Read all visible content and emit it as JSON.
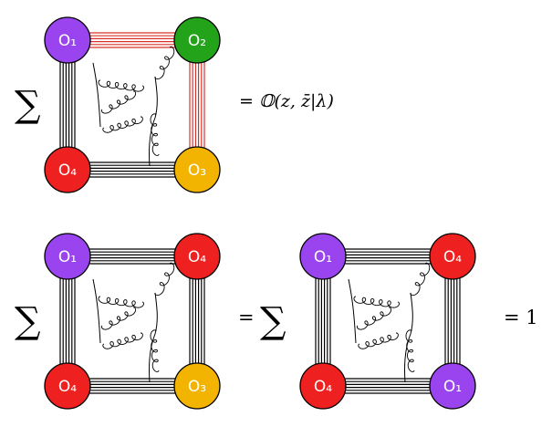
{
  "colors": {
    "purple": "#9a44f0",
    "green": "#22a31a",
    "red": "#ee2020",
    "yellow": "#f2b400",
    "line_black": "#000000",
    "line_red": "#d8332b"
  },
  "symbols": {
    "sum": "∑",
    "equals": "="
  },
  "diagrams": [
    {
      "nodes": {
        "tl": "O1",
        "tr": "O2",
        "bl": "O4",
        "br": "O3"
      },
      "node_colors": {
        "tl": "purple",
        "tr": "green",
        "bl": "red",
        "br": "yellow"
      },
      "edge_colors": {
        "top": "line_red",
        "right": "line_red",
        "bottom": "line_black",
        "left": "line_black"
      }
    },
    {
      "nodes": {
        "tl": "O1",
        "tr": "O4",
        "bl": "O4",
        "br": "O3"
      },
      "node_colors": {
        "tl": "purple",
        "tr": "red",
        "bl": "red",
        "br": "yellow"
      },
      "edge_colors": {
        "top": "line_black",
        "right": "line_black",
        "bottom": "line_black",
        "left": "line_black"
      }
    },
    {
      "nodes": {
        "tl": "O1",
        "tr": "O4",
        "bl": "O4",
        "br": "O1"
      },
      "node_colors": {
        "tl": "purple",
        "tr": "red",
        "bl": "red",
        "br": "purple"
      },
      "edge_colors": {
        "top": "line_black",
        "right": "line_black",
        "bottom": "line_black",
        "left": "line_black"
      }
    }
  ],
  "equations": {
    "row1_rhs": "= 𝕆(z, z̄|λ)",
    "row2_middle": "=",
    "row2_rhs": "= 1"
  }
}
